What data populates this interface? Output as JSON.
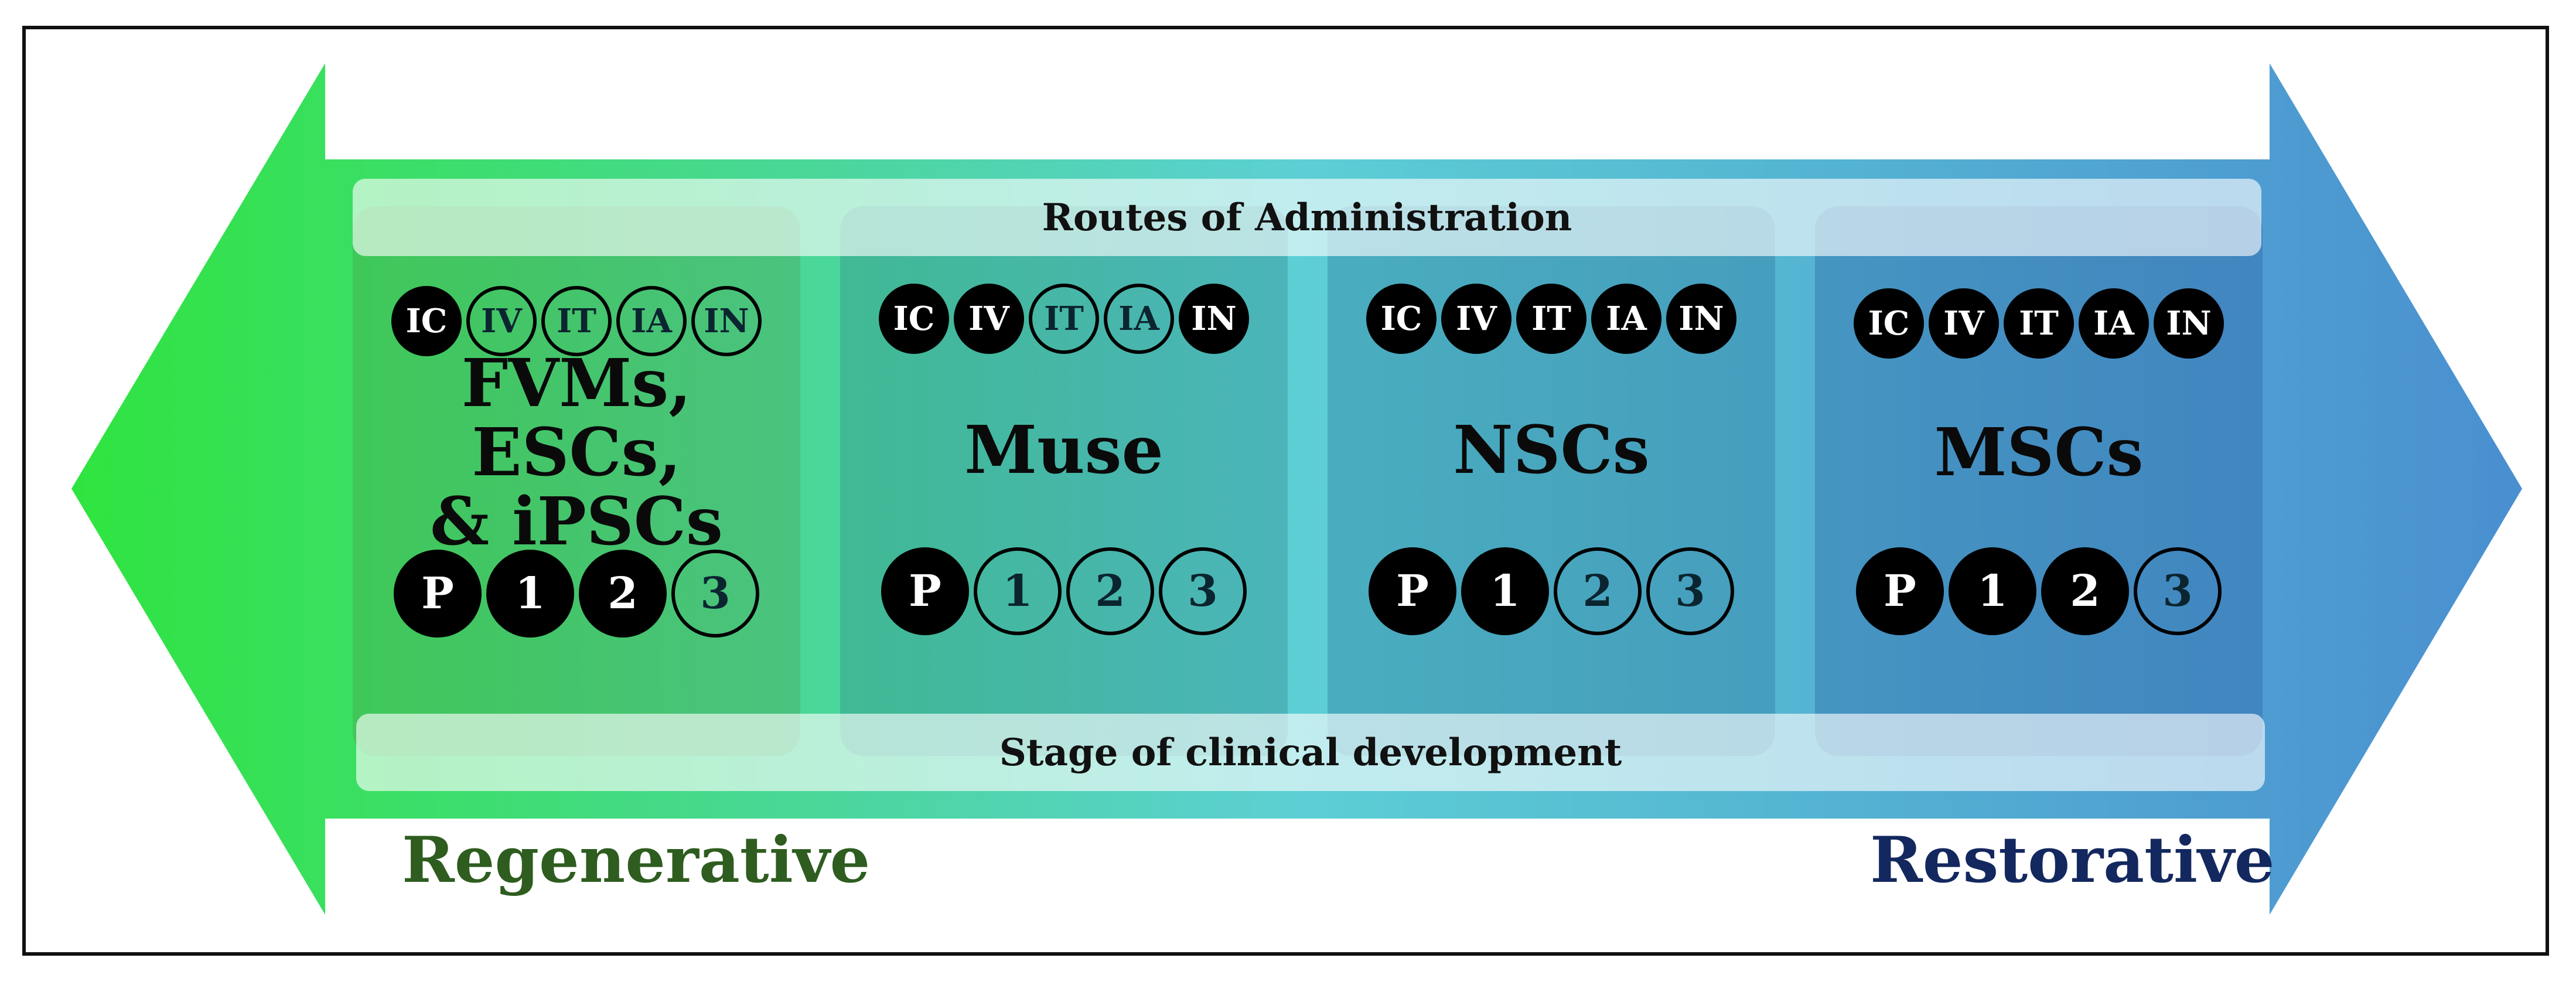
{
  "routes_title": "Routes of Administration",
  "stage_title": "Stage of clinical development",
  "colors": {
    "gradient_start": "#2fe43f",
    "gradient_mid": "#5ccfd4",
    "gradient_end": "#4a8fd0",
    "regenerative": "#2e5d1f",
    "restorative": "#13285e"
  },
  "columns": [
    {
      "title_lines": [
        "FVMs, ESCs,",
        "& iPSCs"
      ],
      "routes": [
        {
          "label": "IC",
          "filled": true
        },
        {
          "label": "IV",
          "filled": false
        },
        {
          "label": "IT",
          "filled": false
        },
        {
          "label": "IA",
          "filled": false
        },
        {
          "label": "IN",
          "filled": false
        }
      ],
      "stages": [
        {
          "label": "P",
          "filled": true
        },
        {
          "label": "1",
          "filled": true
        },
        {
          "label": "2",
          "filled": true
        },
        {
          "label": "3",
          "filled": false
        }
      ]
    },
    {
      "title_lines": [
        "Muse"
      ],
      "routes": [
        {
          "label": "IC",
          "filled": true
        },
        {
          "label": "IV",
          "filled": true
        },
        {
          "label": "IT",
          "filled": false
        },
        {
          "label": "IA",
          "filled": false
        },
        {
          "label": "IN",
          "filled": true
        }
      ],
      "stages": [
        {
          "label": "P",
          "filled": true
        },
        {
          "label": "1",
          "filled": false
        },
        {
          "label": "2",
          "filled": false
        },
        {
          "label": "3",
          "filled": false
        }
      ]
    },
    {
      "title_lines": [
        "NSCs"
      ],
      "routes": [
        {
          "label": "IC",
          "filled": true
        },
        {
          "label": "IV",
          "filled": true
        },
        {
          "label": "IT",
          "filled": true
        },
        {
          "label": "IA",
          "filled": true
        },
        {
          "label": "IN",
          "filled": true
        }
      ],
      "stages": [
        {
          "label": "P",
          "filled": true
        },
        {
          "label": "1",
          "filled": true
        },
        {
          "label": "2",
          "filled": false
        },
        {
          "label": "3",
          "filled": false
        }
      ]
    },
    {
      "title_lines": [
        "MSCs"
      ],
      "routes": [
        {
          "label": "IC",
          "filled": true
        },
        {
          "label": "IV",
          "filled": true
        },
        {
          "label": "IT",
          "filled": true
        },
        {
          "label": "IA",
          "filled": true
        },
        {
          "label": "IN",
          "filled": true
        }
      ],
      "stages": [
        {
          "label": "P",
          "filled": true
        },
        {
          "label": "1",
          "filled": true
        },
        {
          "label": "2",
          "filled": true
        },
        {
          "label": "3",
          "filled": false
        }
      ]
    }
  ],
  "left_label": "Regenerative",
  "right_label": "Restorative"
}
